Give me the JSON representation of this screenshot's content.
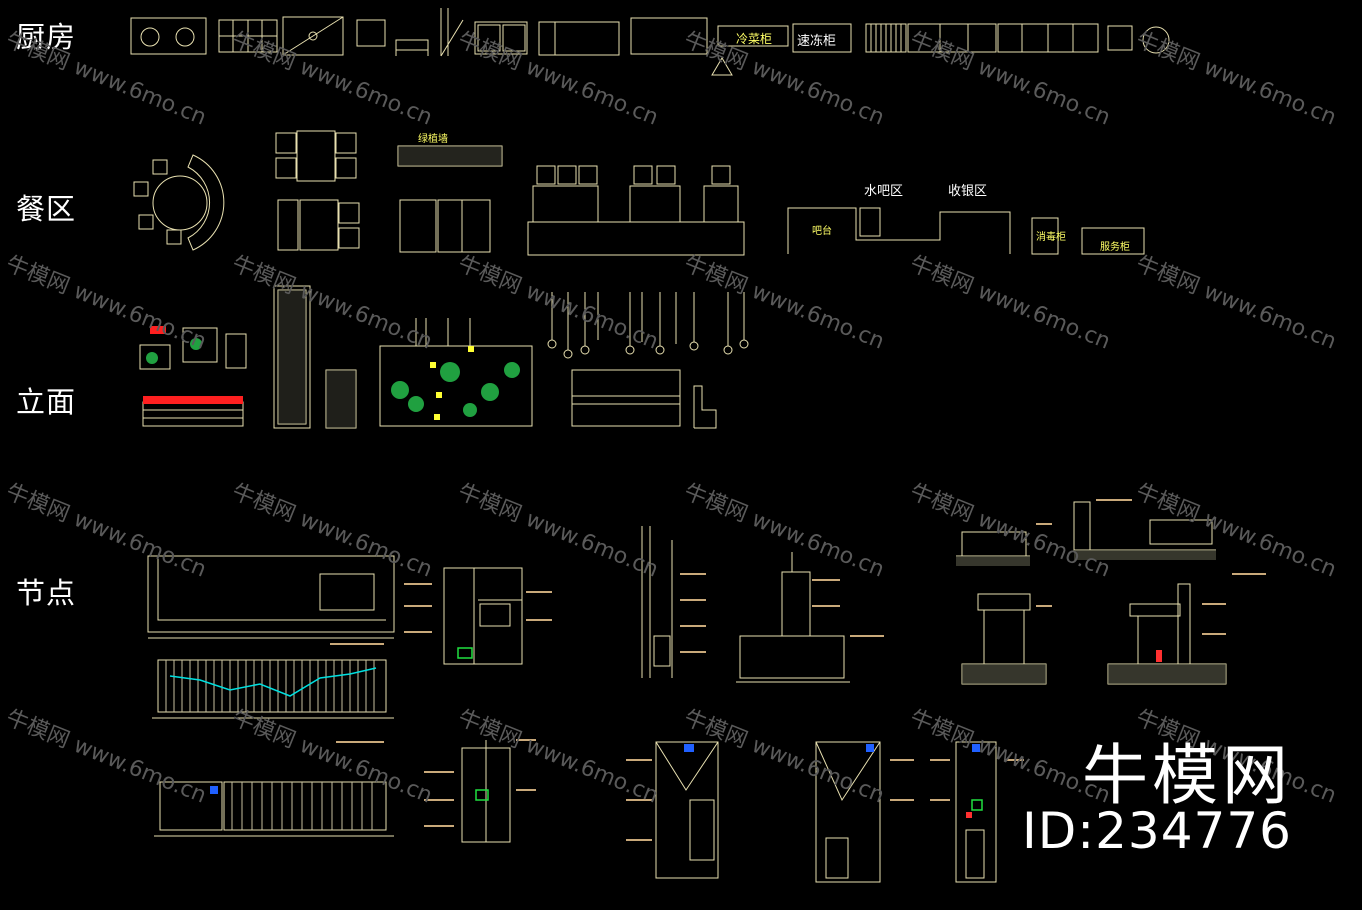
{
  "sections": {
    "kitchen": "厨房",
    "dining": "餐区",
    "elevation": "立面",
    "nodes": "节点"
  },
  "labels": {
    "cold_counter": "冷菜柜",
    "ice_cabinet": "速冻柜",
    "water_bar": "水吧区",
    "cashier": "收银区",
    "green_wall": "绿植墙",
    "bar_counter": "吧台",
    "dishwasher": "消毒柜",
    "service_counter": "服务柜"
  },
  "brand": {
    "name": "牛模网",
    "id": "ID:234776"
  },
  "watermark": {
    "cn": "牛模网",
    "url": "www.6mo.cn"
  },
  "colors": {
    "background": "#000000",
    "line": "#e8e0b0",
    "accent_yellow": "#ffff66",
    "accent_red": "#ff2020",
    "accent_green": "#20c040",
    "accent_cyan": "#00e0e0",
    "watermark": "#5a5a5a"
  }
}
